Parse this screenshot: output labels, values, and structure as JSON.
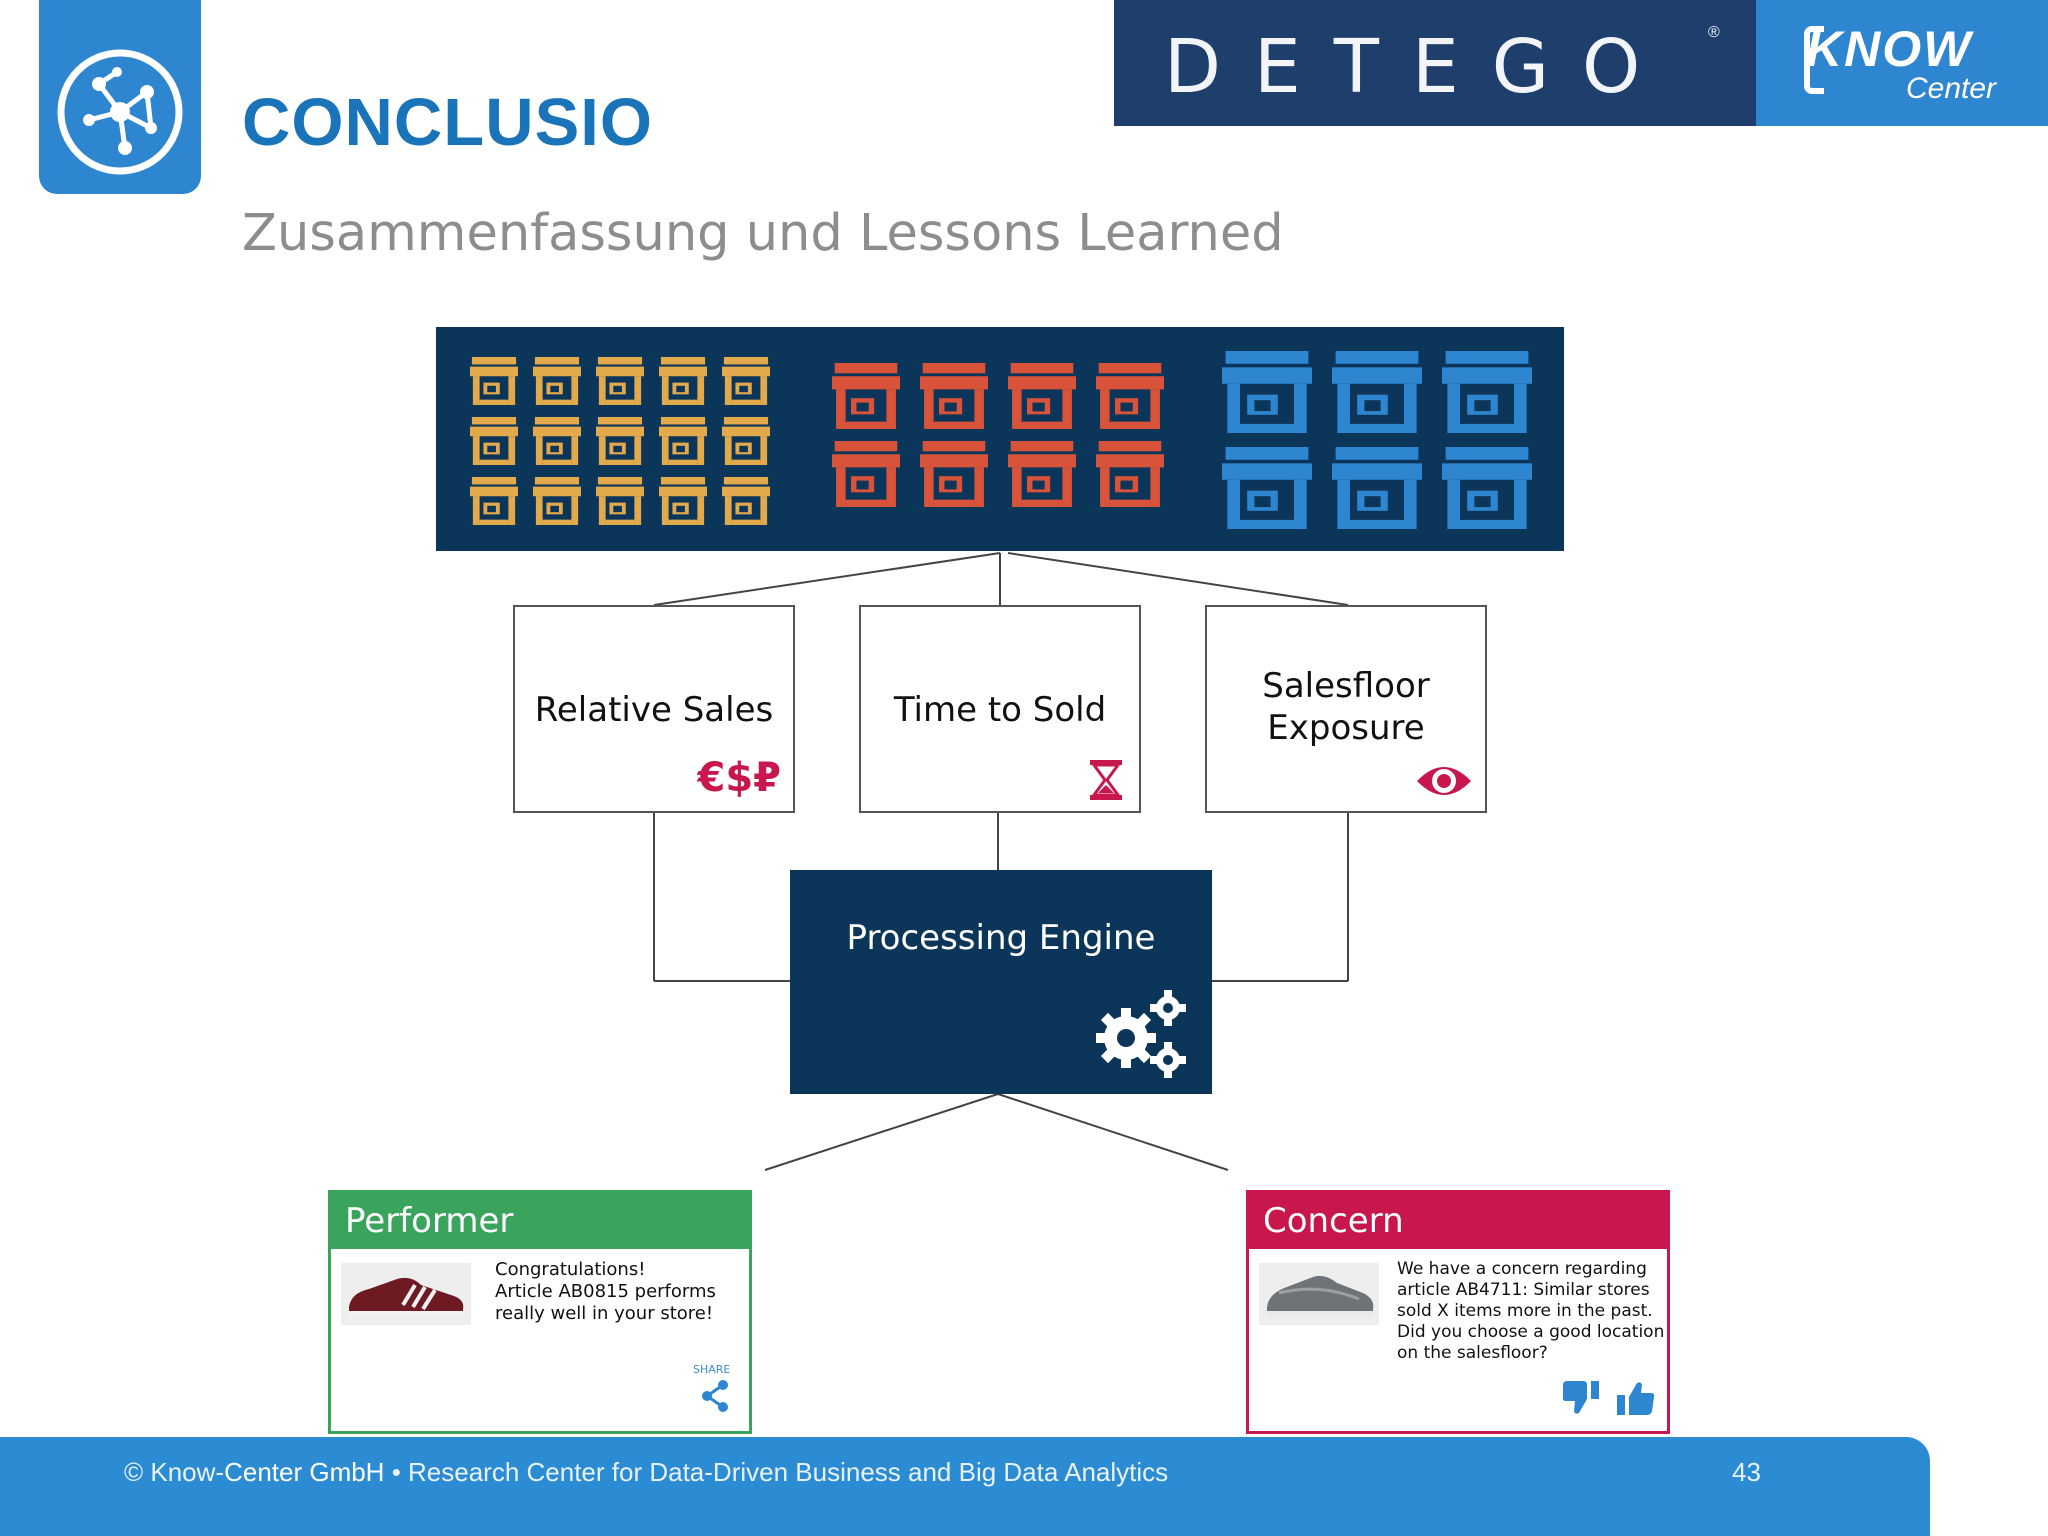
{
  "header": {
    "title": "CONCLUSIO",
    "subtitle": "Zusammenfassung und Lessons Learned",
    "partner_logo": "DETEGO",
    "partner_logo_mark": "®",
    "org_logo_word": "KNOW",
    "org_logo_sub": "Center"
  },
  "diagram": {
    "store_groups": [
      {
        "color": "#e3aa4b",
        "count": 15
      },
      {
        "color": "#d9533a",
        "count": 8
      },
      {
        "color": "#2f86d0",
        "count": 6
      }
    ],
    "metrics": [
      {
        "label_lines": [
          "Relative Sales"
        ],
        "icon": "currency-icon",
        "icon_text": "€$₽"
      },
      {
        "label_lines": [
          "Time to Sold"
        ],
        "icon": "hourglass-icon"
      },
      {
        "label_lines": [
          "Salesfloor",
          "Exposure"
        ],
        "icon": "eye-icon"
      }
    ],
    "engine": {
      "label": "Processing Engine",
      "icon": "gears-icon"
    }
  },
  "cards": {
    "performer": {
      "title": "Performer",
      "color": "#3aa45c",
      "message_lines": [
        "Congratulations!",
        "Article AB0815 performs",
        "really well in your store!"
      ],
      "share_label": "SHARE"
    },
    "concern": {
      "title": "Concern",
      "color": "#c8174e",
      "message_lines": [
        "We have a concern regarding",
        "article AB4711: Similar stores",
        "sold X items more in the past.",
        "Did you choose a good location",
        "on the salesfloor?"
      ]
    }
  },
  "footer": {
    "copyright": "© Know-",
    "company": "Center GmbH",
    "tagline": " • Research Center for Data-Driven Business and Big Data Analytics",
    "page_number": "43"
  },
  "colors": {
    "accent": "#2f86d0",
    "title": "#1a74b9",
    "dark_navy": "#0c3659",
    "magenta": "#c8174e"
  }
}
